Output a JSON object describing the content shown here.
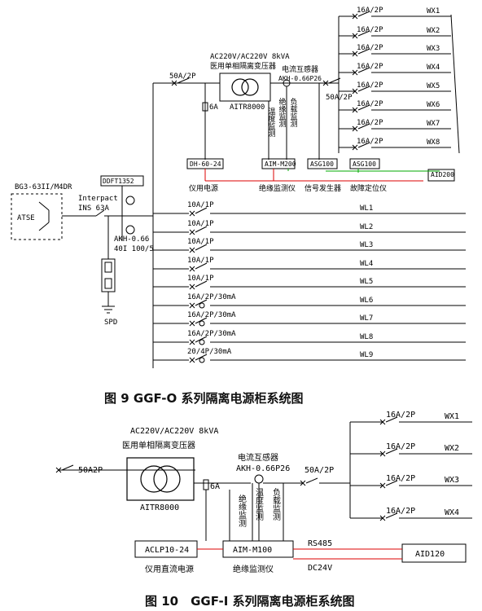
{
  "fig9": {
    "caption": "图 9 GGF-O 系列隔离电源柜系统图",
    "atse_model": "BG3-63II/M4DR",
    "atse": "ATSE",
    "meter_label": "DDFT1352",
    "main_switch": [
      "Interpact",
      "INS 63A"
    ],
    "ct_main": [
      "AKH-0.66",
      "40I 100/5"
    ],
    "spd": "SPD",
    "breaker_50a": "50A/2P",
    "transformer_spec": [
      "AC220V/AC220V 8kVA",
      "医用单相隔离变压器"
    ],
    "transformer_model": "AITR8000",
    "fuse_6a": "6A",
    "ct_title": [
      "电流互感器",
      "AKH-0.66P26"
    ],
    "out_breaker": "50A/2P",
    "monitor_labels": [
      "温度监测",
      "绝缘监测",
      "负载监测"
    ],
    "boxes": [
      "DH-60-24",
      "AIM-M200",
      "ASG100",
      "ASG100",
      "AID200"
    ],
    "box_captions": [
      "仪用电源",
      "绝缘监测仪",
      "信号发生器",
      "故障定位仪"
    ],
    "wx_breaker": "16A/2P",
    "wx_labels": [
      "WX1",
      "WX2",
      "WX3",
      "WX4",
      "WX5",
      "WX6",
      "WX7",
      "WX8"
    ],
    "wl_breakers": [
      "10A/1P",
      "10A/1P",
      "10A/1P",
      "10A/1P",
      "10A/1P",
      "16A/2P/30mA",
      "16A/2P/30mA",
      "16A/2P/30mA",
      "20/4P/30mA"
    ],
    "wl_labels": [
      "WL1",
      "WL2",
      "WL3",
      "WL4",
      "WL5",
      "WL6",
      "WL7",
      "WL8",
      "WL9"
    ]
  },
  "fig10": {
    "caption": "图 10　GGF-I 系列隔离电源柜系统图",
    "in_breaker": "50A2P",
    "transformer_spec": [
      "AC220V/AC220V 8kVA",
      "医用单相隔离变压器"
    ],
    "transformer_model": "AITR8000",
    "fuse_6a": "6A",
    "ct_title": [
      "电流互感器",
      "AKH-0.66P26"
    ],
    "out_breaker": "50A/2P",
    "monitor_labels": [
      "绝缘监测",
      "温度监测",
      "负载监测"
    ],
    "boxes": [
      "ACLP10-24",
      "AIM-M100",
      "AID120"
    ],
    "box_captions": [
      "仪用直流电源",
      "绝缘监测仪"
    ],
    "bus_labels": [
      "RS485",
      "DC24V"
    ],
    "wx_breaker": "16A/2P",
    "wx_labels": [
      "WX1",
      "WX2",
      "WX3",
      "WX4"
    ]
  }
}
